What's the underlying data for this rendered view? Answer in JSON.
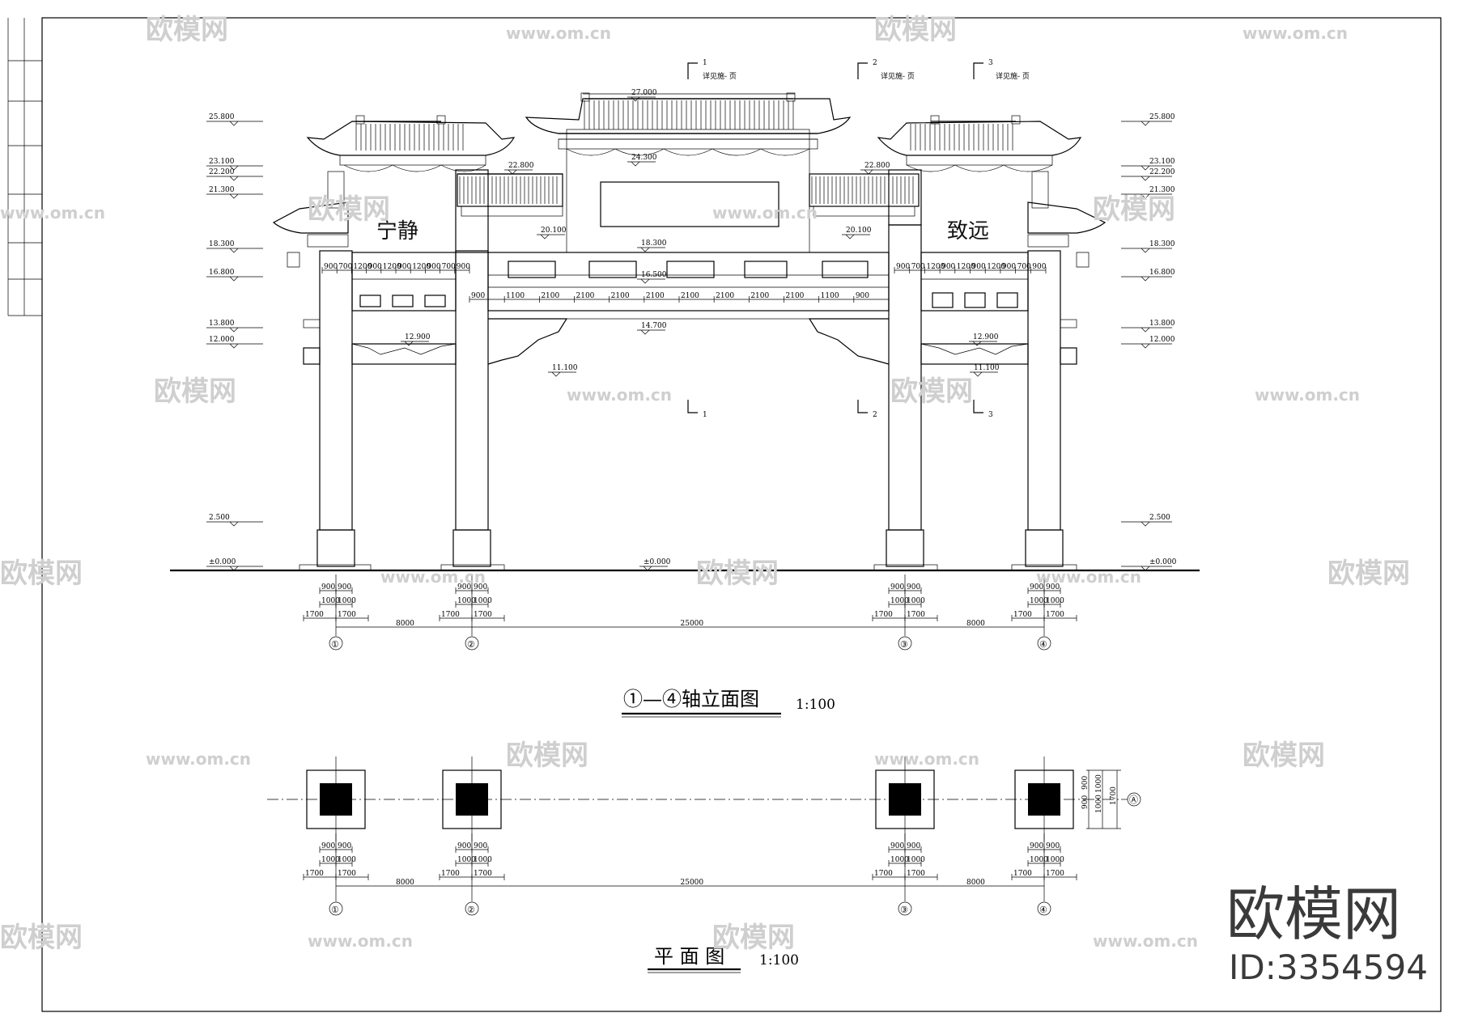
{
  "titles": {
    "elevation_title": "①—④轴立面图",
    "elevation_scale": "1:100",
    "plan_title": "平 面 图",
    "plan_scale": "1:100"
  },
  "plaques": {
    "left": "宁静",
    "right": "致远"
  },
  "detail_refs": [
    {
      "num": "1",
      "text": "详见施- 页"
    },
    {
      "num": "2",
      "text": "详见施- 页"
    },
    {
      "num": "3",
      "text": "详见施- 页"
    }
  ],
  "section_marks": [
    "1",
    "2",
    "3"
  ],
  "elevations_left": [
    "25.800",
    "23.100",
    "22.200",
    "21.300",
    "18.300",
    "16.800",
    "13.800",
    "12.000",
    "2.500",
    "±0.000"
  ],
  "elevations_right": [
    "25.800",
    "23.100",
    "22.200",
    "21.300",
    "18.300",
    "16.800",
    "13.800",
    "12.000",
    "2.500",
    "±0.000"
  ],
  "elevations_inner": {
    "top": "27.000",
    "main_roof": "24.300",
    "side_roof_left": "22.800",
    "side_roof_right": "22.800",
    "roof_base_left": "20.100",
    "roof_base_right": "20.100",
    "beam_top": "18.300",
    "beam_mid": "16.500",
    "beam_bottom": "14.700",
    "side_beam_left": "12.900",
    "side_beam_right": "12.900",
    "bracket_left": "11.100",
    "bracket_right": "11.100",
    "ground": "±0.000"
  },
  "beam_dims": {
    "upper_left": [
      "900",
      "700",
      "1200",
      "900",
      "1200",
      "900",
      "1200",
      "900",
      "700",
      "900"
    ],
    "upper_right": [
      "900",
      "700",
      "1200",
      "900",
      "1200",
      "900",
      "1200",
      "900",
      "700",
      "900"
    ],
    "lower_center": [
      "900",
      "1100",
      "2100",
      "2100",
      "2100",
      "2100",
      "2100",
      "2100",
      "2100",
      "2100",
      "1100",
      "900"
    ]
  },
  "column_dims": {
    "row1": [
      "900",
      "900"
    ],
    "row2": [
      "1000",
      "1000"
    ],
    "row3": [
      "1700",
      "1700"
    ]
  },
  "axis_labels": [
    "①",
    "②",
    "③",
    "④"
  ],
  "axis_spans": [
    "8000",
    "25000",
    "8000"
  ],
  "plan_axis_label": "Ⓐ",
  "plan_side_dims": [
    "900",
    "900",
    "1000",
    "1000",
    "1700"
  ],
  "watermark": {
    "logo_text": "欧模网",
    "url_text": "www.om.cn",
    "short_url": "om.cn"
  },
  "brand": {
    "name": "欧模网",
    "id": "ID:3354594"
  }
}
